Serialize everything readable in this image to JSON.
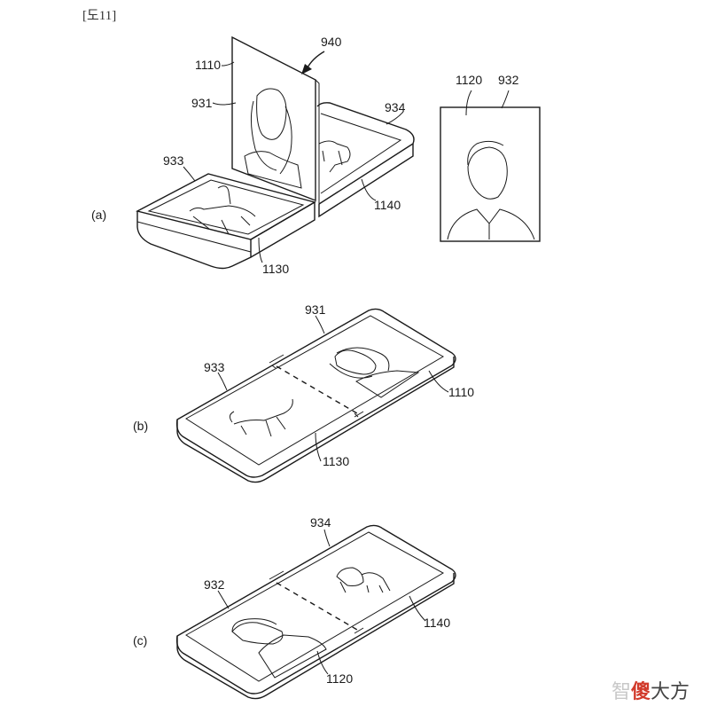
{
  "figure_title": "[도11]",
  "panels": {
    "a": {
      "label": "(a)",
      "refs": {
        "r940": "940",
        "r1110": "1110",
        "r931": "931",
        "r934": "934",
        "r933": "933",
        "r1140": "1140",
        "r1130": "1130",
        "r1120": "1120",
        "r932": "932"
      }
    },
    "b": {
      "label": "(b)",
      "refs": {
        "r931": "931",
        "r933": "933",
        "r1110": "1110",
        "r1130": "1130"
      }
    },
    "c": {
      "label": "(c)",
      "refs": {
        "r934": "934",
        "r932": "932",
        "r1140": "1140",
        "r1120": "1120"
      }
    }
  },
  "watermark": {
    "p1": "智",
    "p2": "傻",
    "p3": "大方"
  }
}
